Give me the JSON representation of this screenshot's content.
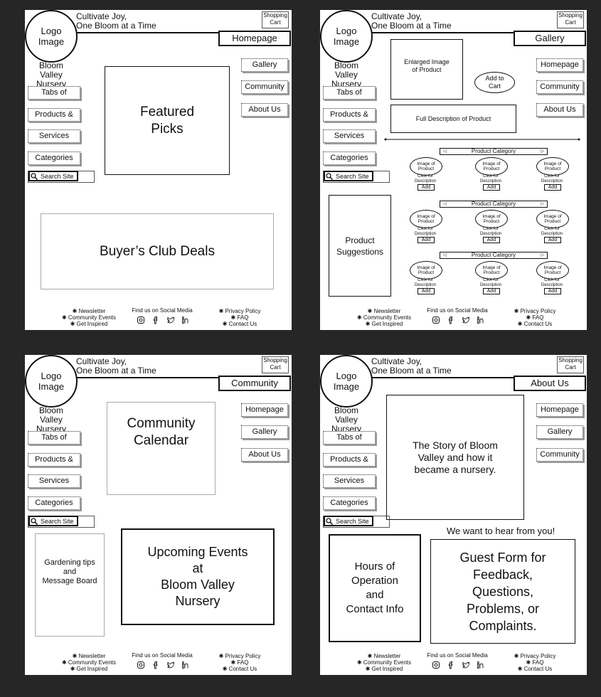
{
  "header": {
    "logo": "Logo\nImage",
    "tagline": "Cultivate Joy,\n      One Bloom at a Time",
    "cart": "Shopping\nCart",
    "brand": "Bloom Valley\nNursery"
  },
  "tabs": [
    "Tabs of",
    "Products &",
    "Services",
    "Categories"
  ],
  "search": "Search Site",
  "footer": {
    "left": [
      "Newsletter",
      "Community Events",
      "Get Inspired"
    ],
    "social": "Find us on Social Media",
    "right": [
      "Privacy Policy",
      "FAQ",
      "Contact Us"
    ]
  },
  "panels": [
    {
      "page": "Homepage",
      "nav": [
        "Gallery",
        "Community",
        "About Us"
      ],
      "featured": "Featured\nPicks",
      "deals": "Buyer’s Club Deals"
    },
    {
      "page": "Gallery",
      "nav": [
        "Homepage",
        "Community",
        "About Us"
      ],
      "enlarged": "Enlarged Image\nof Product",
      "add_to_cart": "Add to\nCart",
      "description": "Full Description of Product",
      "suggestions": "Product\nSuggestions",
      "category": "Product Category",
      "product_image": "Image of\nProduct",
      "click": "Click for\nDescription",
      "add": "Add"
    },
    {
      "page": "Community",
      "nav": [
        "Homepage",
        "Gallery",
        "About Us"
      ],
      "calendar": "Community\nCalendar",
      "tips": "Gardening tips\nand\nMessage Board",
      "events": "Upcoming Events\nat\nBloom Valley\nNursery"
    },
    {
      "page": "About Us",
      "nav": [
        "Homepage",
        "Gallery",
        "Community"
      ],
      "story": "The Story of Bloom\nValley and how it\nbecame a nursery.",
      "hear": "We want to hear from you!",
      "hours": "Hours of\nOperation\nand\nContact Info",
      "guest": "Guest Form for\nFeedback,\nQuestions,\nProblems, or\nComplaints."
    }
  ]
}
